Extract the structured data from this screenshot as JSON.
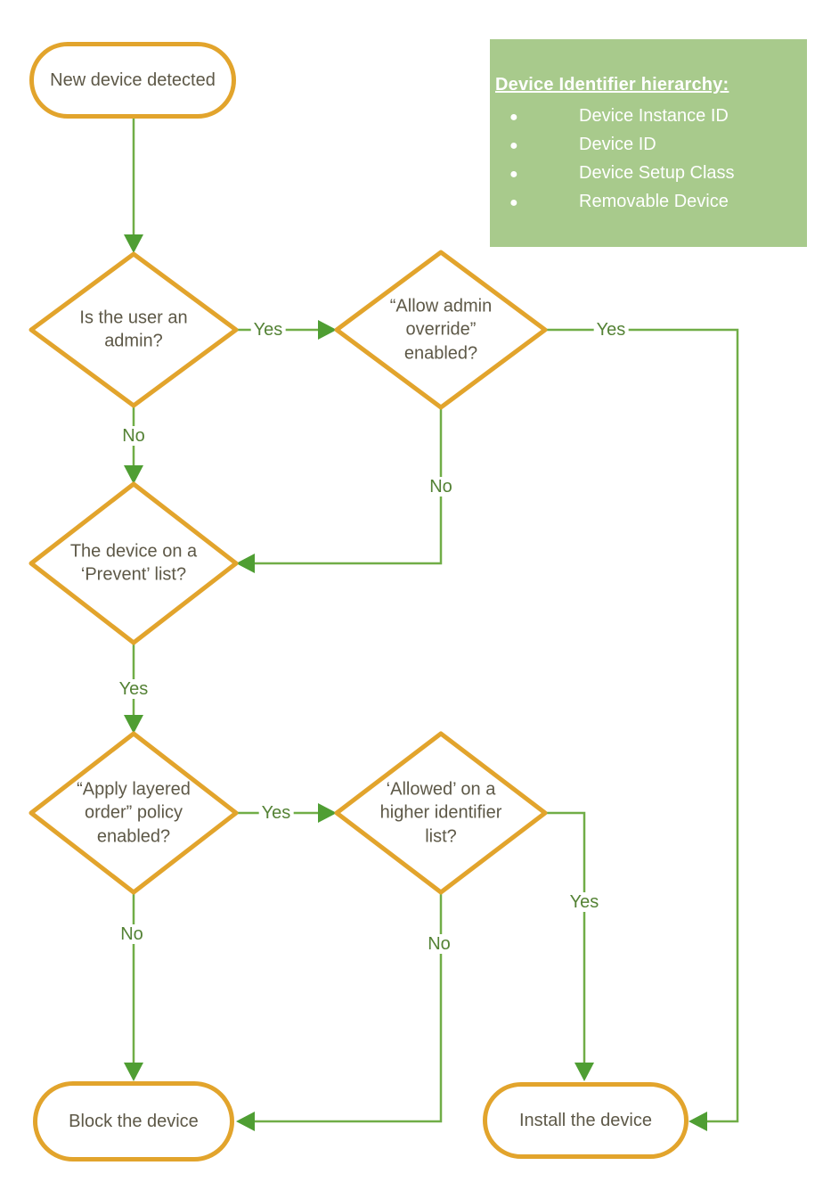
{
  "legend": {
    "title": "Device Identifier hierarchy:",
    "bullet_glyph": "●",
    "items": [
      "Device Instance ID",
      "Device ID",
      "Device Setup Class",
      "Removable Device"
    ]
  },
  "nodes": {
    "start": "New device detected",
    "d1": "Is the user an\nadmin?",
    "d2": "“Allow admin\noverride”\nenabled?",
    "d3": "The device on a\n‘Prevent’ list?",
    "d4": "“Apply layered\norder” policy\nenabled?",
    "d5": "‘Allowed’ on a\nhigher identifier\nlist?",
    "block": "Block the device",
    "install": "Install the device"
  },
  "edges": {
    "d1_to_d2": "Yes",
    "d2_to_install": "Yes",
    "d1_to_d3": "No",
    "d2_to_d3": "No",
    "d3_to_d4": "Yes",
    "d4_to_d5": "Yes",
    "d5_to_install": "Yes",
    "d4_to_block": "No",
    "d5_to_block": "No"
  },
  "colors": {
    "shape_border_orange": "#E2A42C",
    "connector_green": "#70AD47",
    "arrowhead_green": "#4F9E33",
    "edge_label_green": "#548235",
    "legend_background_green": "#A8CA8C",
    "legend_text": "#FFFFFF",
    "node_text": "#5D5847",
    "background": "#FFFFFF"
  }
}
